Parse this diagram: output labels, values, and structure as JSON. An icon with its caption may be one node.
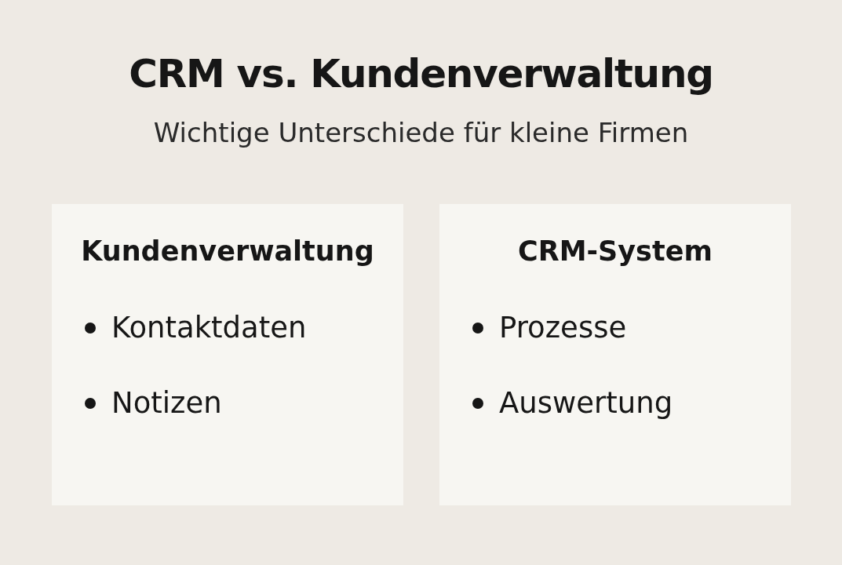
{
  "diagram": {
    "title": "CRM vs. Kundenverwaltung",
    "nodes": [
      {
        "text": [
          "Kundenverwaltung",
          "Kontaktdaten",
          "Notizen"
        ]
      },
      {
        "text": [
          "CRM-System",
          "Prozesse",
          "Auswertung"
        ]
      }
    ],
    "labels": [
      "Wichtige Unterschiede für kleine Firmen"
    ]
  }
}
